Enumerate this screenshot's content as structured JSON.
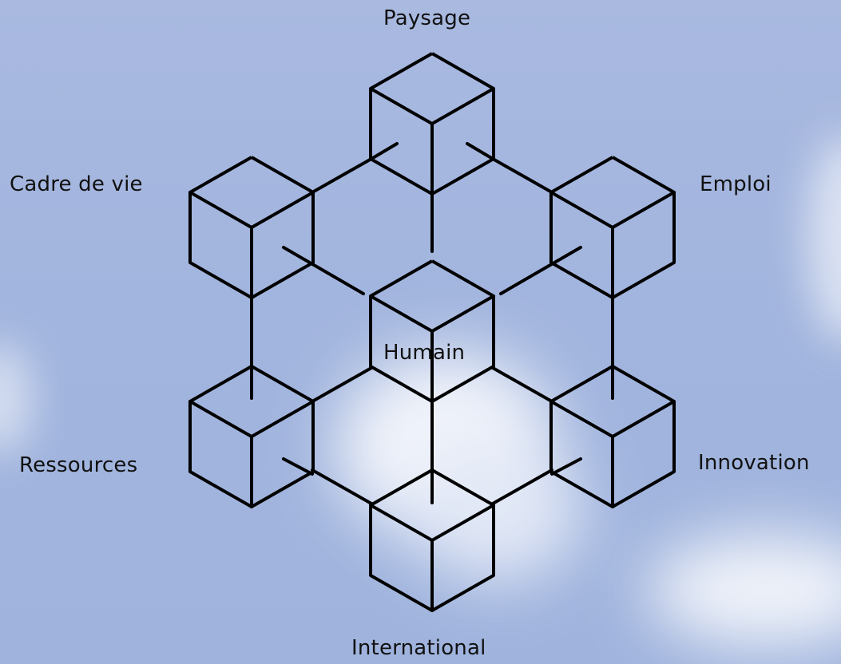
{
  "labels": {
    "paysage": "Paysage",
    "cadre_de_vie": "Cadre de vie",
    "emploi": "Emploi",
    "humain": "Humain",
    "ressources": "Ressources",
    "innovation": "Innovation",
    "international": "International"
  },
  "colors": {
    "stroke": "#000000",
    "sky": "#a6b8df",
    "cloud": "#ffffff"
  }
}
